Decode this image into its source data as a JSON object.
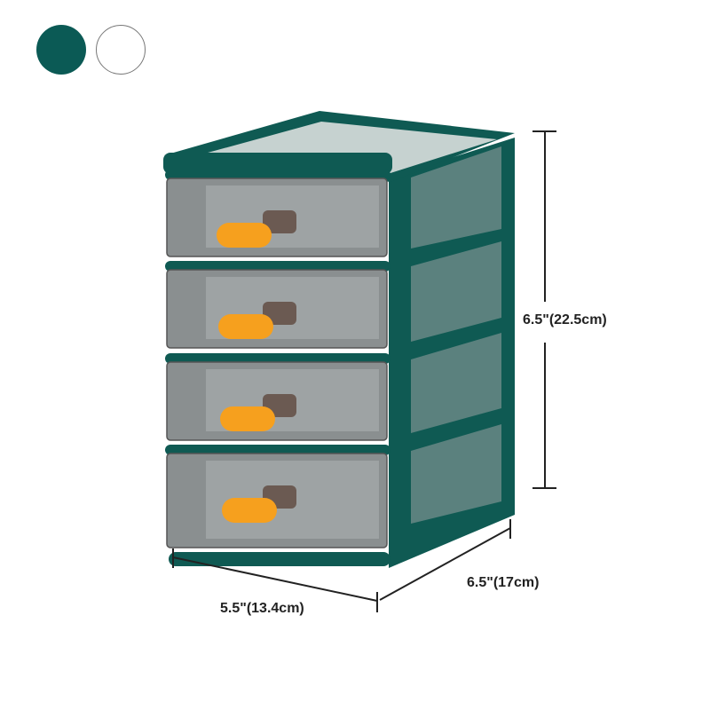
{
  "color_options": [
    {
      "name": "green",
      "color": "#0b5a55"
    },
    {
      "name": "white",
      "color": "#ffffff"
    }
  ],
  "colors": {
    "frame": "#0f5a53",
    "frame_dark": "#0a4540",
    "drawer": "#8a8f90",
    "handle": "#f6a01e",
    "line": "#222222"
  },
  "dimensions": {
    "height": "6.5\"(22.5cm)",
    "depth": "6.5\"(17cm)",
    "width": "5.5\"(13.4cm)"
  },
  "product": {
    "drawer_count": 4
  }
}
